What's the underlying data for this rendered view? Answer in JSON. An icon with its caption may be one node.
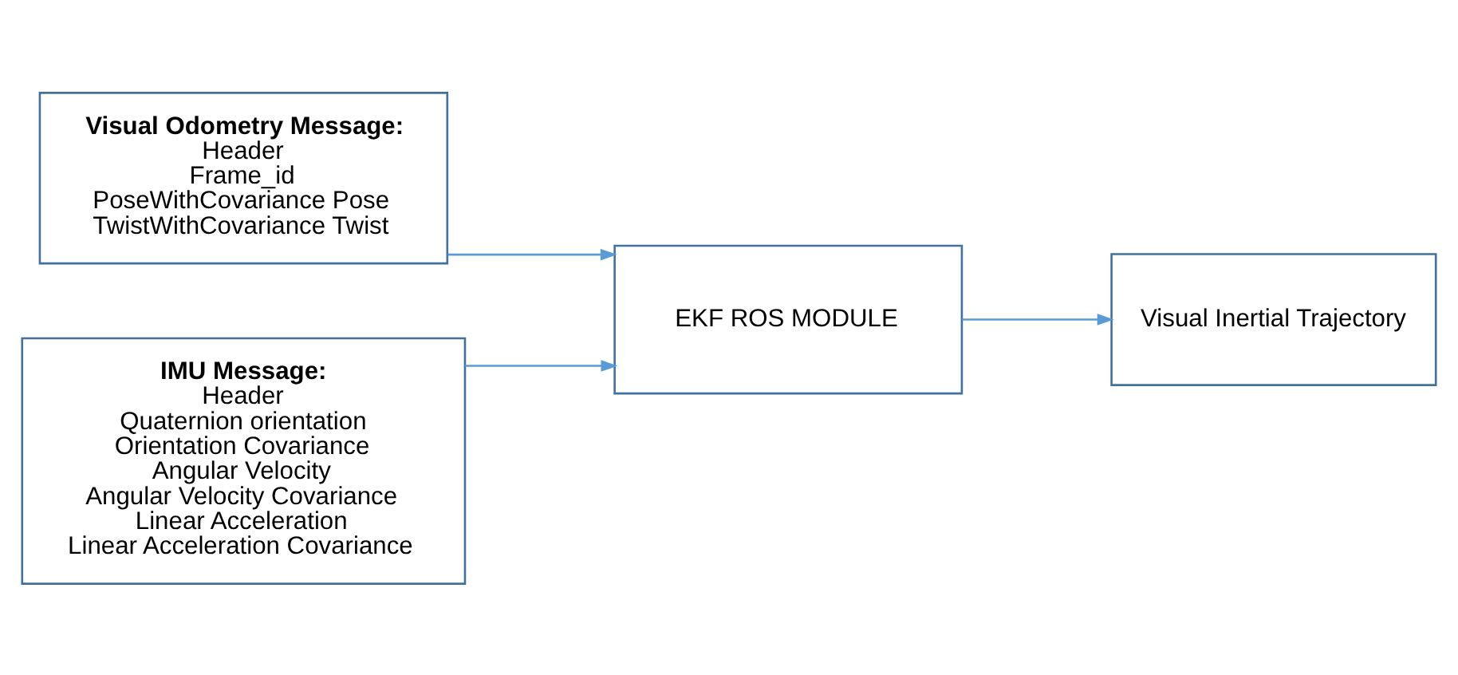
{
  "diagram": {
    "nodes": [
      {
        "text": [
          "Visual Odometry Message:",
          "Header",
          "Frame_id",
          "PoseWithCovariance Pose",
          "TwistWithCovariance Twist"
        ]
      },
      {
        "text": [
          "IMU Message:",
          "Header",
          "Quaternion orientation",
          "Orientation Covariance",
          "Angular Velocity",
          "Angular Velocity Covariance",
          "Linear Acceleration",
          "Linear Acceleration Covariance"
        ]
      },
      {
        "text": [
          "EKF ROS MODULE"
        ]
      },
      {
        "text": [
          "Visual Inertial Trajectory"
        ]
      }
    ],
    "edges": [
      {
        "from": 0,
        "to": 2,
        "arrow": "to"
      },
      {
        "from": 1,
        "to": 2,
        "arrow": "to"
      },
      {
        "from": 2,
        "to": 3,
        "arrow": "to"
      }
    ]
  }
}
